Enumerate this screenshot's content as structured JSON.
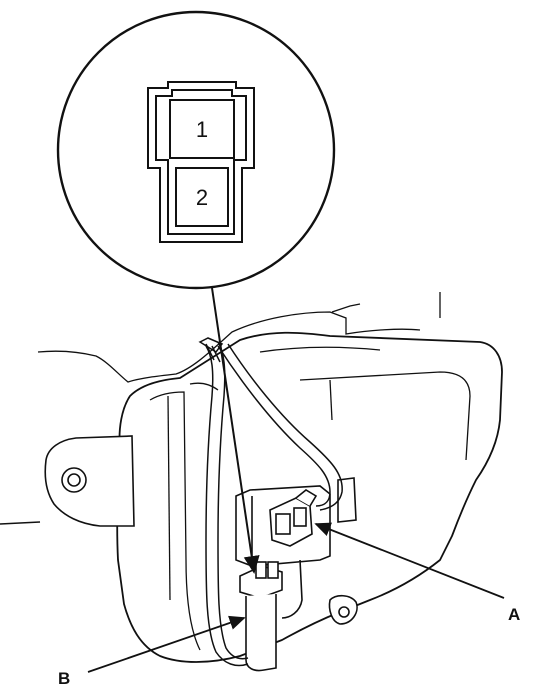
{
  "connector_view": {
    "pins": [
      "1",
      "2"
    ]
  },
  "callouts": {
    "a": "A",
    "b": "B"
  },
  "colors": {
    "ink": "#111111",
    "paper": "#ffffff"
  }
}
